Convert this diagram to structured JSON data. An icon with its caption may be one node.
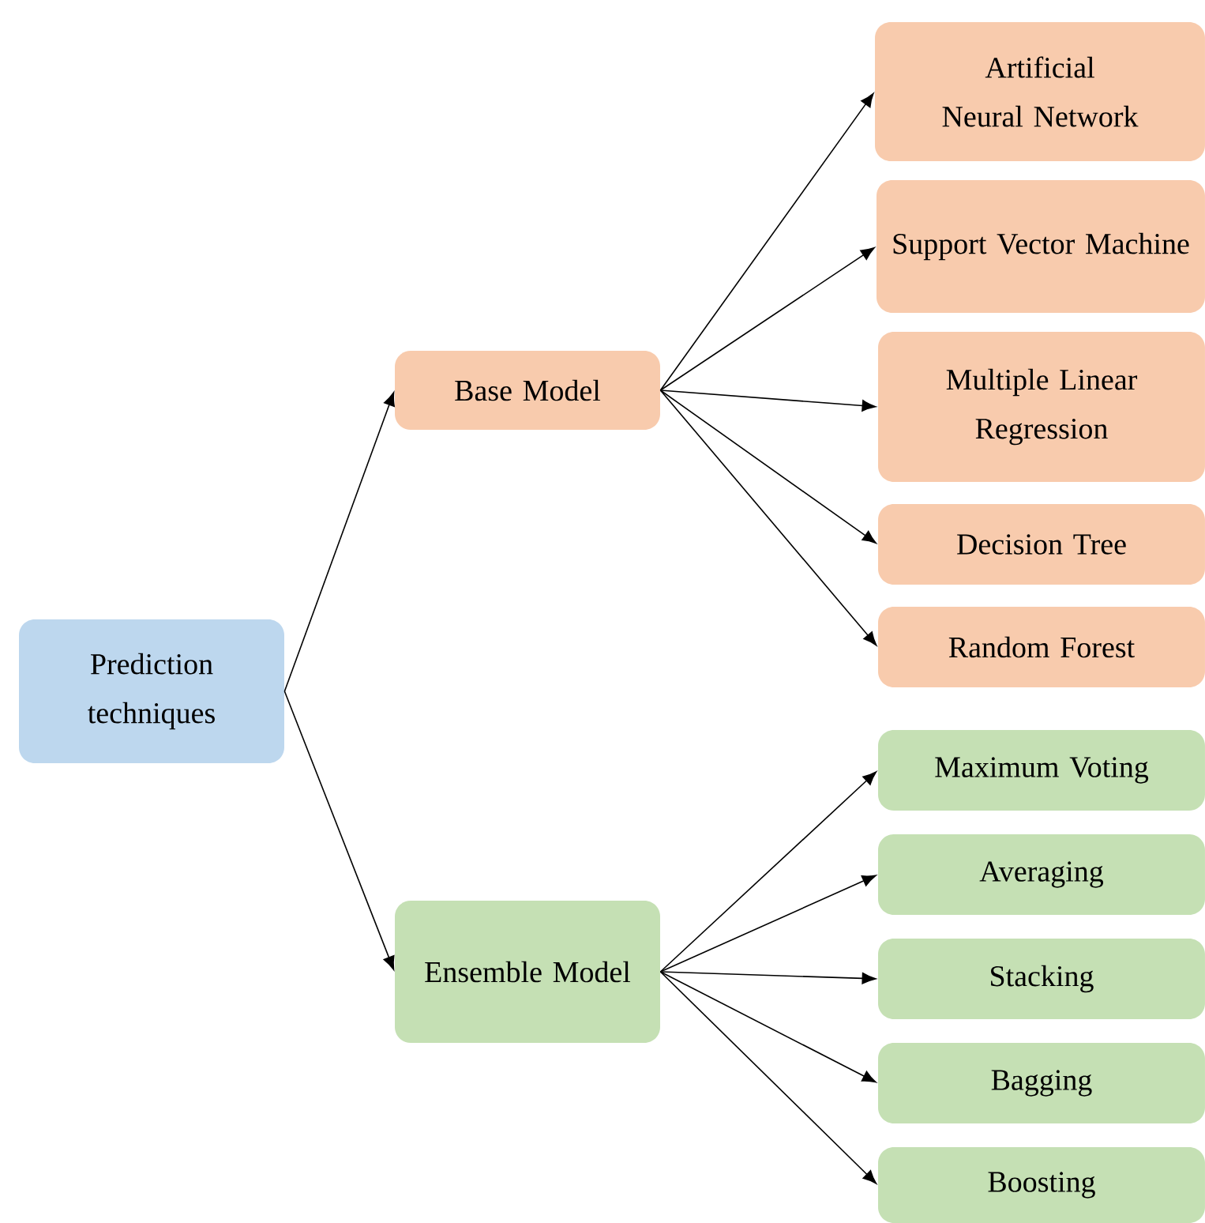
{
  "diagram": {
    "nodes": [
      {
        "text": [
          "Prediction techniques"
        ]
      },
      {
        "text": [
          "Base Model"
        ]
      },
      {
        "text": [
          "Ensemble Model"
        ]
      },
      {
        "text": [
          "Artificial Neural Network"
        ]
      },
      {
        "text": [
          "Support Vector Machine"
        ]
      },
      {
        "text": [
          "Multiple Linear Regression"
        ]
      },
      {
        "text": [
          "Decision Tree"
        ]
      },
      {
        "text": [
          "Random Forest"
        ]
      },
      {
        "text": [
          "Maximum Voting"
        ]
      },
      {
        "text": [
          "Averaging"
        ]
      },
      {
        "text": [
          "Stacking"
        ]
      },
      {
        "text": [
          "Bagging"
        ]
      },
      {
        "text": [
          "Boosting"
        ]
      }
    ],
    "edges": [
      {
        "from": 0,
        "to": 1,
        "arrow": "to"
      },
      {
        "from": 0,
        "to": 2,
        "arrow": "to"
      },
      {
        "from": 1,
        "to": 3,
        "arrow": "to"
      },
      {
        "from": 1,
        "to": 4,
        "arrow": "to"
      },
      {
        "from": 1,
        "to": 5,
        "arrow": "to"
      },
      {
        "from": 1,
        "to": 6,
        "arrow": "to"
      },
      {
        "from": 1,
        "to": 7,
        "arrow": "to"
      },
      {
        "from": 2,
        "to": 8,
        "arrow": "to"
      },
      {
        "from": 2,
        "to": 9,
        "arrow": "to"
      },
      {
        "from": 2,
        "to": 10,
        "arrow": "to"
      },
      {
        "from": 2,
        "to": 11,
        "arrow": "to"
      },
      {
        "from": 2,
        "to": 12,
        "arrow": "to"
      }
    ]
  }
}
